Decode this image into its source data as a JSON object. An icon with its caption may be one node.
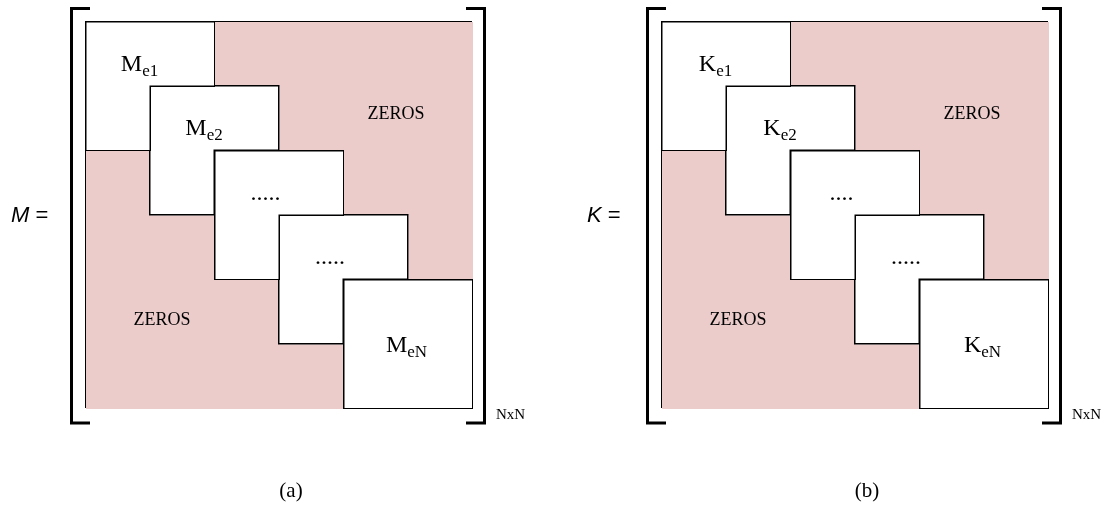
{
  "diagram": {
    "nodes": [
      {
        "text": [
          "*M* ="
        ],
        "beside": [
          "NxN"
        ]
      },
      {
        "text": [
          "M$_{e1}$"
        ],
        "in": 0
      },
      {
        "text": [
          "ZEROS"
        ],
        "in": 0
      },
      {
        "text": [
          "M$_{e2}$"
        ],
        "in": 0
      },
      {
        "text": [
          "....."
        ],
        "in": 0
      },
      {
        "text": [
          "....."
        ],
        "in": 0
      },
      {
        "text": [
          "ZEROS"
        ],
        "in": 0
      },
      {
        "text": [
          "M$_{eN}$"
        ],
        "in": 0
      },
      {
        "text": [
          "*K* ="
        ],
        "beside": [
          "NxN"
        ]
      },
      {
        "text": [
          "K$_{e1}$"
        ],
        "in": 8
      },
      {
        "text": [
          "ZEROS"
        ],
        "in": 8
      },
      {
        "text": [
          "K$_{e2}$"
        ],
        "in": 8
      },
      {
        "text": [
          "...."
        ],
        "in": 8
      },
      {
        "text": [
          "....."
        ],
        "in": 8
      },
      {
        "text": [
          "ZEROS"
        ],
        "in": 8
      },
      {
        "text": [
          "K$_{eN}$"
        ],
        "in": 8
      }
    ],
    "edges": [],
    "labels": [
      "(a)",
      "(b)"
    ]
  }
}
